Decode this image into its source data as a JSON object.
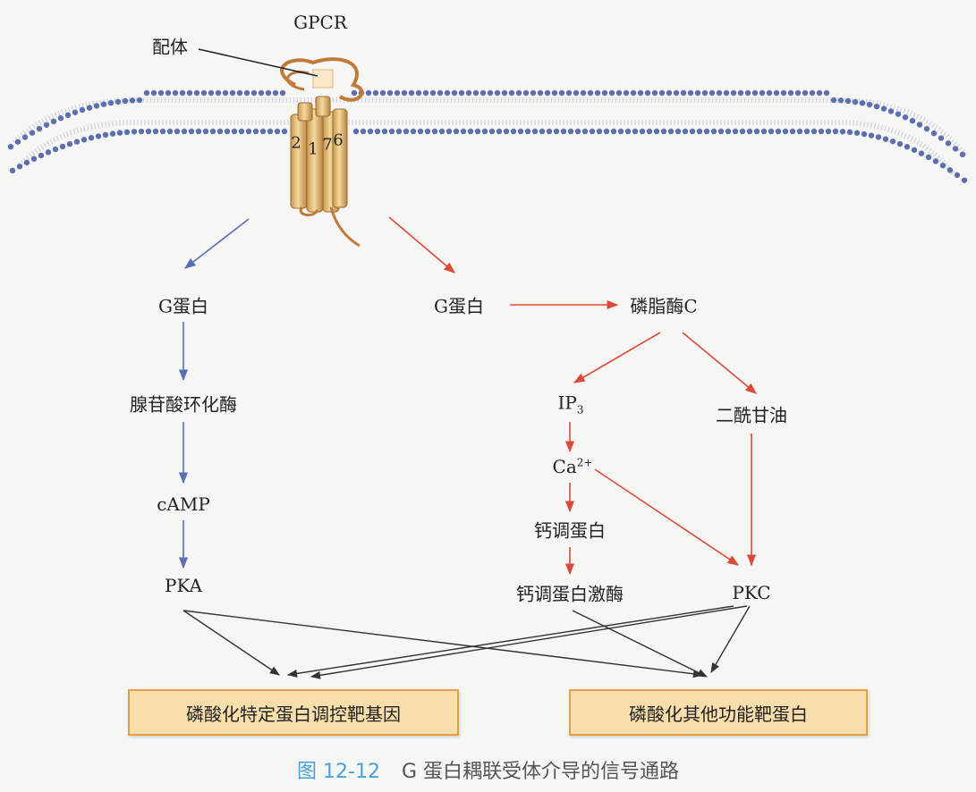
{
  "receptor": {
    "name": "GPCR",
    "ligand": "配体",
    "helices": [
      "2",
      "1",
      "7",
      "6"
    ]
  },
  "left_pathway": {
    "g_protein": "G蛋白",
    "enzyme": "腺苷酸环化酶",
    "second_messenger": "cAMP",
    "kinase": "PKA"
  },
  "right_pathway": {
    "g_protein": "G蛋白",
    "enzyme": "磷脂酶C",
    "ip3_base": "IP",
    "ip3_sub": "3",
    "dag": "二酰甘油",
    "ca_base": "Ca",
    "ca_sup": "2+",
    "calmodulin": "钙调蛋白",
    "cam_kinase": "钙调蛋白激酶",
    "pkc": "PKC"
  },
  "targets": {
    "left": "磷酸化特定蛋白调控靶基因",
    "right": "磷酸化其他功能靶蛋白"
  },
  "caption": {
    "figure_no": "图 12-12",
    "title": "G 蛋白耦联受体介导的信号通路"
  },
  "colors": {
    "blue_arrow": "#5a6fb4",
    "red_arrow": "#dd4a3a",
    "black_arrow": "#333333",
    "membrane_head": "#5d6fb0",
    "helix": "#e2bc78",
    "loop": "#c07a3a",
    "target_box": "#f8deaa"
  }
}
